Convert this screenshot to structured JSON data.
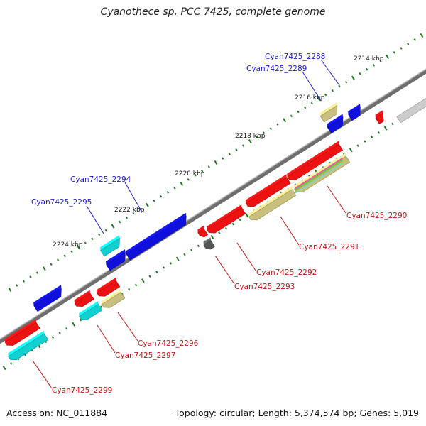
{
  "title": "Cyanothece sp. PCC 7425, complete genome",
  "footer": {
    "accession": "Accession: NC_011884",
    "summary": "Topology: circular; Length: 5,374,574 bp; Genes: 5,019"
  },
  "colors": {
    "backbone": "#8c8c8c",
    "tick": "#1f7a1f",
    "plus_label": "#1a1acc",
    "minus_label": "#cc1111",
    "cds_red": "#ee1111",
    "cds_blue": "#1010dd",
    "cds_cyan": "#11d0d0",
    "cds_olive": "#c8c07c",
    "cds_gray": "#555555",
    "cds_light": "#cccccc"
  },
  "kbp_ticks": [
    "2214 kbp",
    "2216 kbp",
    "2218 kbp",
    "2220 kbp",
    "2222 kbp",
    "2224 kbp"
  ],
  "labels": [
    {
      "text": "Cyan7425_2288",
      "strand": "plus"
    },
    {
      "text": "Cyan7425_2289",
      "strand": "plus"
    },
    {
      "text": "Cyan7425_2294",
      "strand": "plus"
    },
    {
      "text": "Cyan7425_2295",
      "strand": "plus"
    },
    {
      "text": "Cyan7425_2290",
      "strand": "minus"
    },
    {
      "text": "Cyan7425_2291",
      "strand": "minus"
    },
    {
      "text": "Cyan7425_2292",
      "strand": "minus"
    },
    {
      "text": "Cyan7425_2293",
      "strand": "minus"
    },
    {
      "text": "Cyan7425_2296",
      "strand": "minus"
    },
    {
      "text": "Cyan7425_2297",
      "strand": "minus"
    },
    {
      "text": "Cyan7425_2299",
      "strand": "minus"
    }
  ]
}
